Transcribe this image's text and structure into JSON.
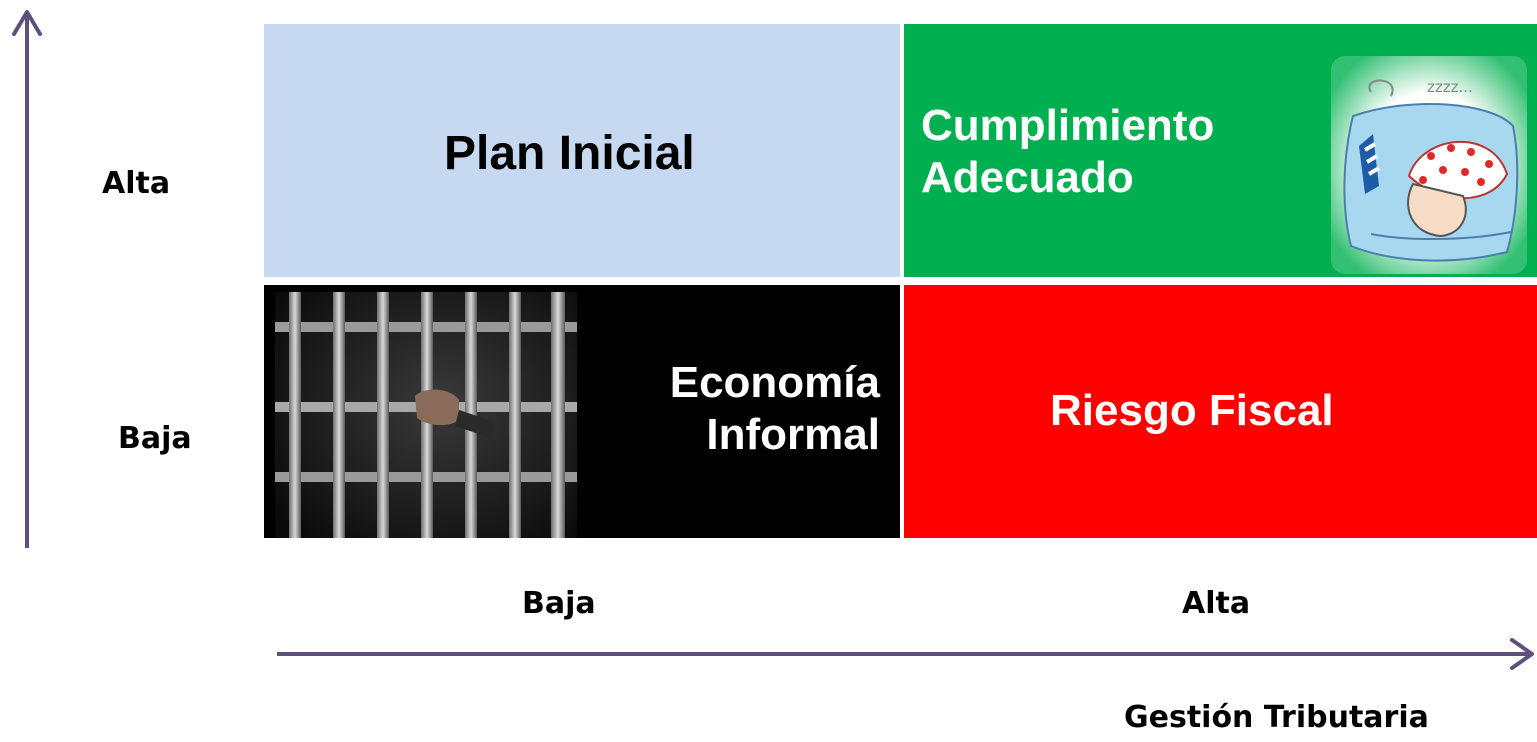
{
  "y_axis": {
    "high_label": "Alta",
    "low_label": "Baja"
  },
  "x_axis": {
    "low_label": "Baja",
    "high_label": "Alta",
    "title": "Gestión Tributaria"
  },
  "quadrants": {
    "top_left": {
      "title": "Plan Inicial",
      "color": "#c7d9f0",
      "text_color": "#000000"
    },
    "top_right": {
      "line1": "Cumplimiento",
      "line2": "Adecuado",
      "color": "#00b050",
      "text_color": "#ffffff",
      "image": "sleeping-person-illustration"
    },
    "bottom_left": {
      "line1": "Economía",
      "line2": "Informal",
      "color": "#000000",
      "text_color": "#ffffff",
      "image": "prison-bars-photo"
    },
    "bottom_right": {
      "title": "Riesgo Fiscal",
      "color": "#ff0000",
      "text_color": "#ffffff"
    }
  },
  "axis_color": "#5e4f7d"
}
